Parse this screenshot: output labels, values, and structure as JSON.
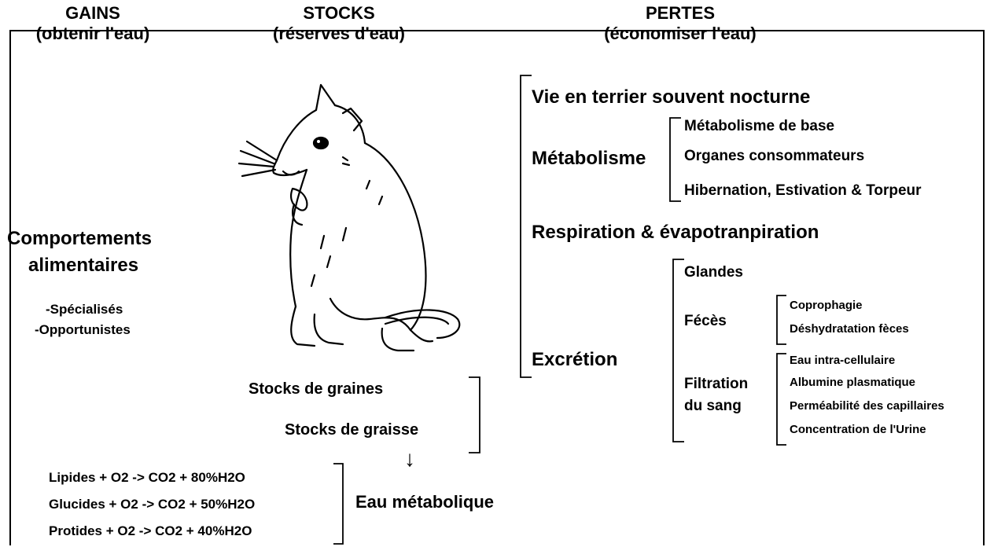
{
  "headers": {
    "gains": {
      "title": "GAINS",
      "subtitle": "(obtenir l'eau)"
    },
    "stocks": {
      "title": "STOCKS",
      "subtitle": "(réserves d'eau)"
    },
    "pertes": {
      "title": "PERTES",
      "subtitle": "(économiser l'eau)"
    }
  },
  "gains": {
    "behaviour": [
      "Comportements",
      "alimentaires"
    ],
    "types": [
      "-Spécialisés",
      "-Opportunistes"
    ]
  },
  "stocks": {
    "seeds": "Stocks de graines",
    "fat": "Stocks de graisse",
    "arrow": "↓",
    "metabolic_water": "Eau métabolique",
    "reactions": [
      "Lipides + O2 -> CO2 + 80%H2O",
      "Glucides + O2 -> CO2 + 50%H2O",
      "Protides + O2 -> CO2 + 40%H2O"
    ]
  },
  "pertes": {
    "burrow": "Vie en terrier souvent nocturne",
    "metabolism": {
      "label": "Métabolisme",
      "items": [
        "Métabolisme de base",
        "Organes consommateurs",
        "Hibernation, Estivation & Torpeur"
      ]
    },
    "respiration": "Respiration & évapotranpiration",
    "excretion": {
      "label": "Excrétion",
      "glands": "Glandes",
      "feces": {
        "label": "Fécès",
        "items": [
          "Coprophagie",
          "Déshydratation fèces"
        ]
      },
      "filtration": {
        "label": [
          "Filtration",
          "du sang"
        ],
        "items": [
          "Eau intra-cellulaire",
          "Albumine plasmatique",
          "Perméabilité des capillaires",
          "Concentration de l'Urine"
        ]
      }
    }
  },
  "illustration": {
    "icon": "gerbil-drawing"
  }
}
